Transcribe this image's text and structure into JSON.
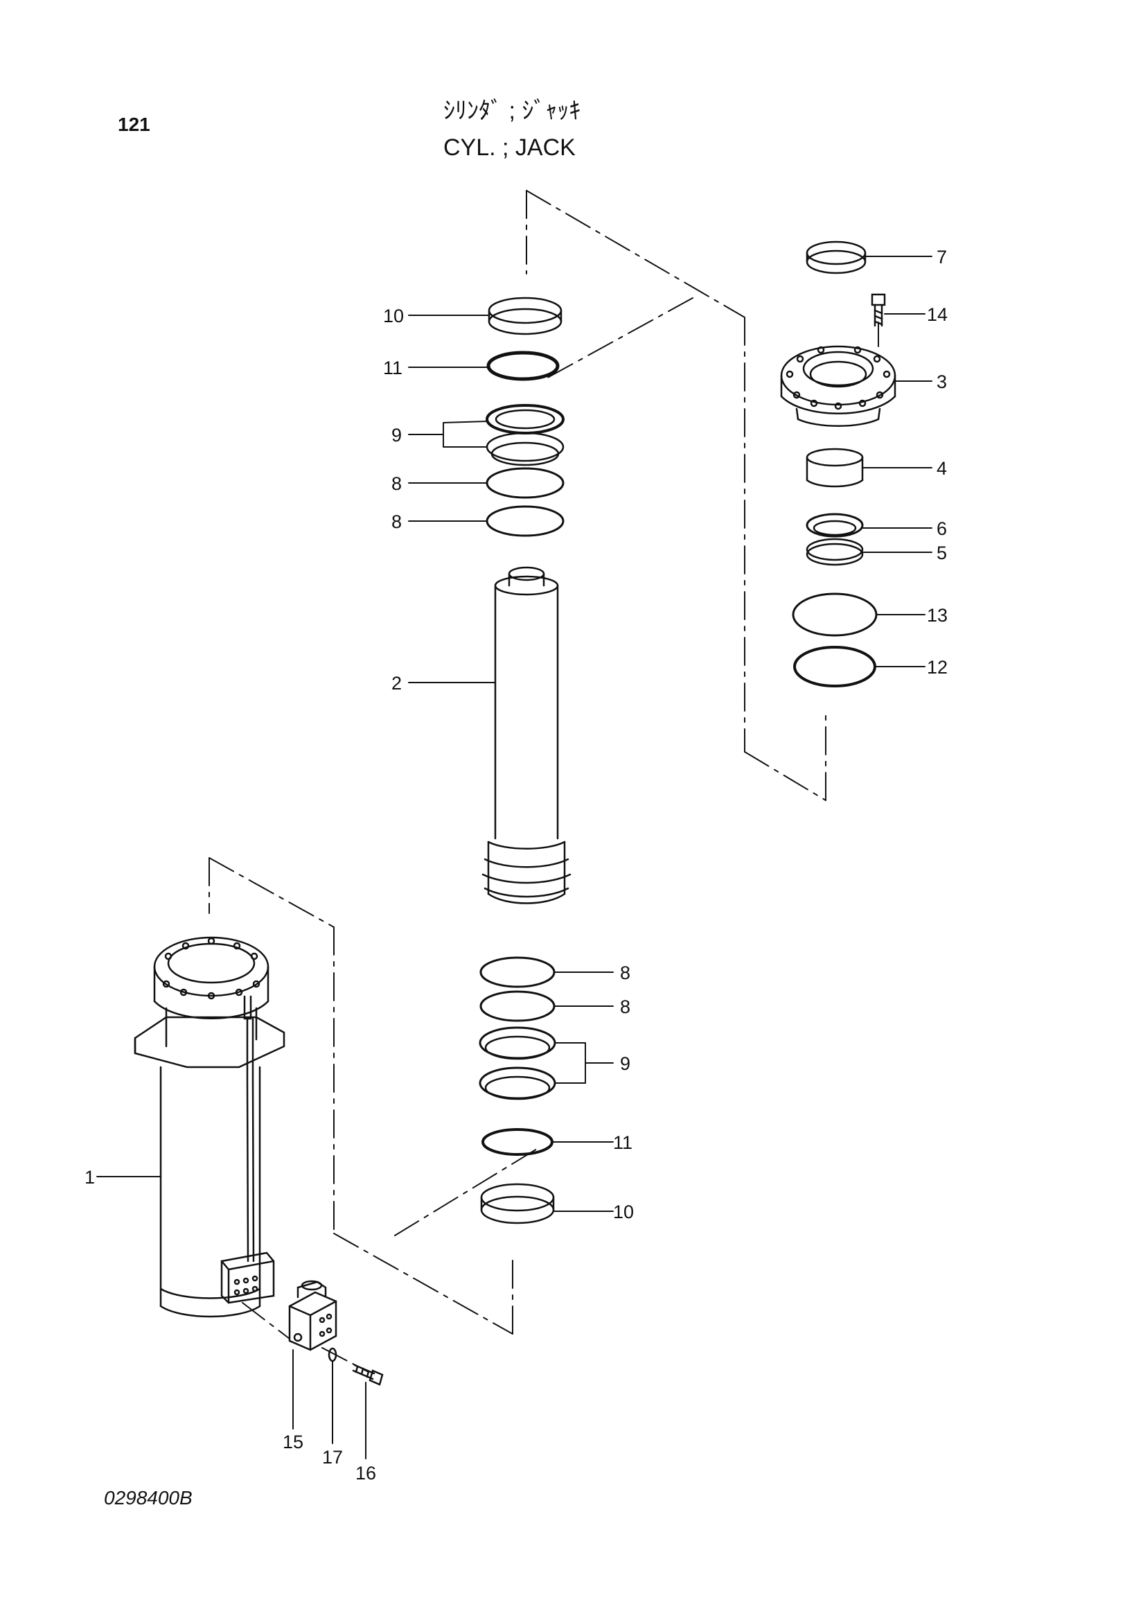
{
  "header": {
    "page_number": "121",
    "title_jp": "ｼﾘﾝﾀﾞ ; ｼﾞｬｯｷ",
    "title_en": "CYL. ; JACK"
  },
  "footer": {
    "drawing_number": "0298400B"
  },
  "callouts": {
    "c1": "1",
    "c2": "2",
    "c3": "3",
    "c4": "4",
    "c5": "5",
    "c6": "6",
    "c7": "7",
    "c8a": "8",
    "c8b": "8",
    "c8c": "8",
    "c8d": "8",
    "c9a": "9",
    "c9b": "9",
    "c10a": "10",
    "c10b": "10",
    "c11a": "11",
    "c11b": "11",
    "c12": "12",
    "c13": "13",
    "c14": "14",
    "c15": "15",
    "c16": "16",
    "c17": "17"
  }
}
